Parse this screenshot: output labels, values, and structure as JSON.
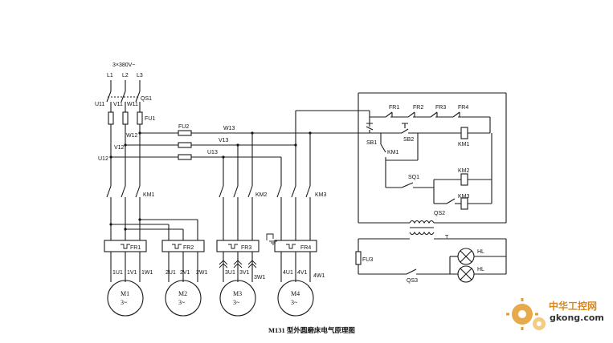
{
  "supply": {
    "voltage": "3×380V~",
    "phases": [
      "L1",
      "L2",
      "L3"
    ],
    "main_switch": "QS1",
    "fuse_main": "FU1",
    "fuse_control": "FU2",
    "phase_terminals": [
      "U11",
      "V11",
      "W11"
    ],
    "bus_w": "W12",
    "bus_v": "V12",
    "bus_u": "U12",
    "bus_w13": "W13",
    "bus_v13": "V13",
    "bus_u13": "U13"
  },
  "motors": [
    {
      "name": "M1",
      "phase": "3~",
      "contactor": "KM1",
      "relay": "FR1",
      "terms": [
        "1U1",
        "1V1",
        "1W1"
      ]
    },
    {
      "name": "M2",
      "phase": "3~",
      "relay": "FR2",
      "terms": [
        "2U1",
        "2V1",
        "2W1"
      ]
    },
    {
      "name": "M3",
      "phase": "3~",
      "contactor": "KM2",
      "relay": "FR3",
      "terms": [
        "3U1",
        "3V1",
        "3W1"
      ]
    },
    {
      "name": "M4",
      "phase": "3~",
      "contactor": "KM3",
      "relay": "FR4",
      "terms": [
        "4U1",
        "4V1",
        "4W1"
      ]
    }
  ],
  "control": {
    "relays": [
      "FR1",
      "FR2",
      "FR3",
      "FR4"
    ],
    "stop_button": "SB1",
    "start_button": "SB2",
    "km1_coil": "KM1",
    "km1_aux": "KM1",
    "limit_switch": "SQ1",
    "km2_coil": "KM2",
    "km3_coil": "KM3",
    "selector": "QS2",
    "transformer": "T",
    "fuse_lamp": "FU3",
    "lamp1": "HL",
    "lamp2": "HL",
    "lamp_switch": "QS3"
  },
  "caption": "M131 型外圆磨床电气原理图",
  "watermark": {
    "brand": "中华工控网",
    "site": "gkong.com",
    "brand_color": "#d9891c"
  }
}
